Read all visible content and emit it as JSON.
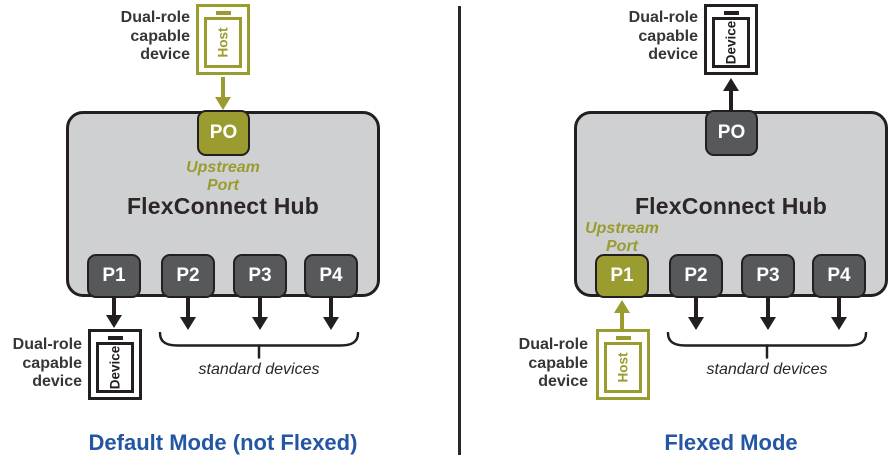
{
  "colors": {
    "olive": "#9a9c2f",
    "hub_fill": "#cfd0d2",
    "port_fill": "#57585a",
    "outline": "#231f20",
    "caption_blue": "#2456a3",
    "label_text": "#393435",
    "port_text": "#ffffff"
  },
  "left": {
    "caption": "Default Mode (not Flexed)",
    "hub_title": "FlexConnect Hub",
    "upstream_label": [
      "Upstream",
      "Port"
    ],
    "po_port": "PO",
    "ports": [
      "P1",
      "P2",
      "P3",
      "P4"
    ],
    "top_device": {
      "label": [
        "Dual-role",
        "capable",
        "device"
      ],
      "name": "Host"
    },
    "bottom_device": {
      "label": [
        "Dual-role",
        "capable",
        "device"
      ],
      "name": "Device"
    },
    "brace_label": "standard devices"
  },
  "right": {
    "caption": "Flexed Mode",
    "hub_title": "FlexConnect Hub",
    "upstream_label": [
      "Upstream",
      "Port"
    ],
    "po_port": "PO",
    "ports": [
      "P1",
      "P2",
      "P3",
      "P4"
    ],
    "top_device": {
      "label": [
        "Dual-role",
        "capable",
        "device"
      ],
      "name": "Device"
    },
    "bottom_device": {
      "label": [
        "Dual-role",
        "capable",
        "device"
      ],
      "name": "Host"
    },
    "brace_label": "standard devices"
  }
}
